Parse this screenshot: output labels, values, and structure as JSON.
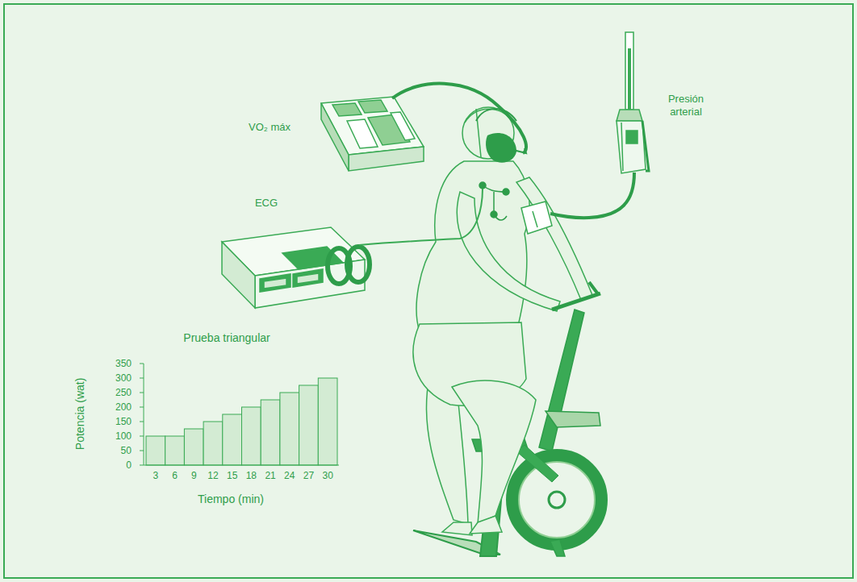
{
  "diagram": {
    "labels": [
      "VO₂ máx",
      "ECG",
      "Presión arterial",
      "Prueba triangular",
      "Potencia (wat)",
      "Tiempo (min)",
      "350",
      "300",
      "250",
      "200",
      "150",
      "100",
      "50",
      "0",
      "3",
      "6",
      "9",
      "12",
      "15",
      "18",
      "21",
      "24",
      "27",
      "30"
    ]
  }
}
